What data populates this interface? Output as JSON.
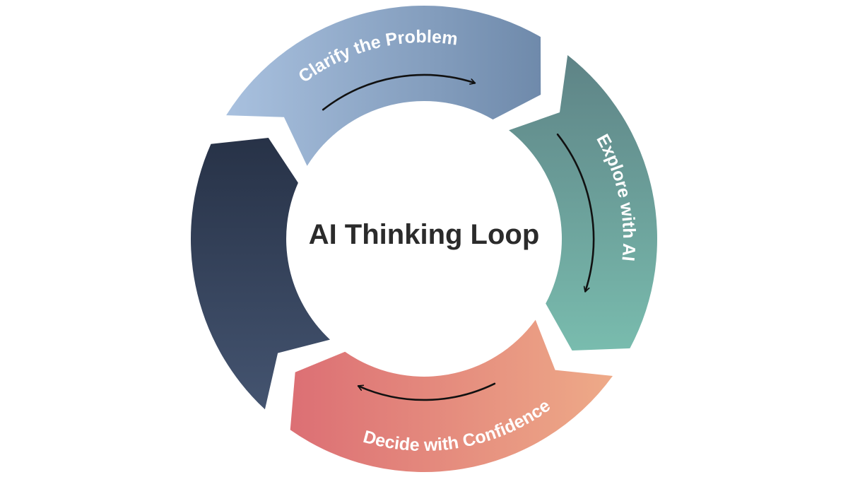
{
  "diagram": {
    "title": "AI Thinking Loop",
    "steps": [
      {
        "id": "clarify",
        "label": "Clarify the Problem",
        "color_start": "#a9c1df",
        "color_end": "#6f8aab"
      },
      {
        "id": "explore",
        "label": "Explore with AI",
        "color_start": "#5e8386",
        "color_end": "#79bcae"
      },
      {
        "id": "decide",
        "label": "Decide with Confidence",
        "color_start": "#eeaa88",
        "color_end": "#dc6f74"
      },
      {
        "id": "fourth",
        "label": "",
        "color_start": "#445470",
        "color_end": "#273247"
      }
    ],
    "flow_direction": "clockwise",
    "arrow_color": "#111111"
  }
}
